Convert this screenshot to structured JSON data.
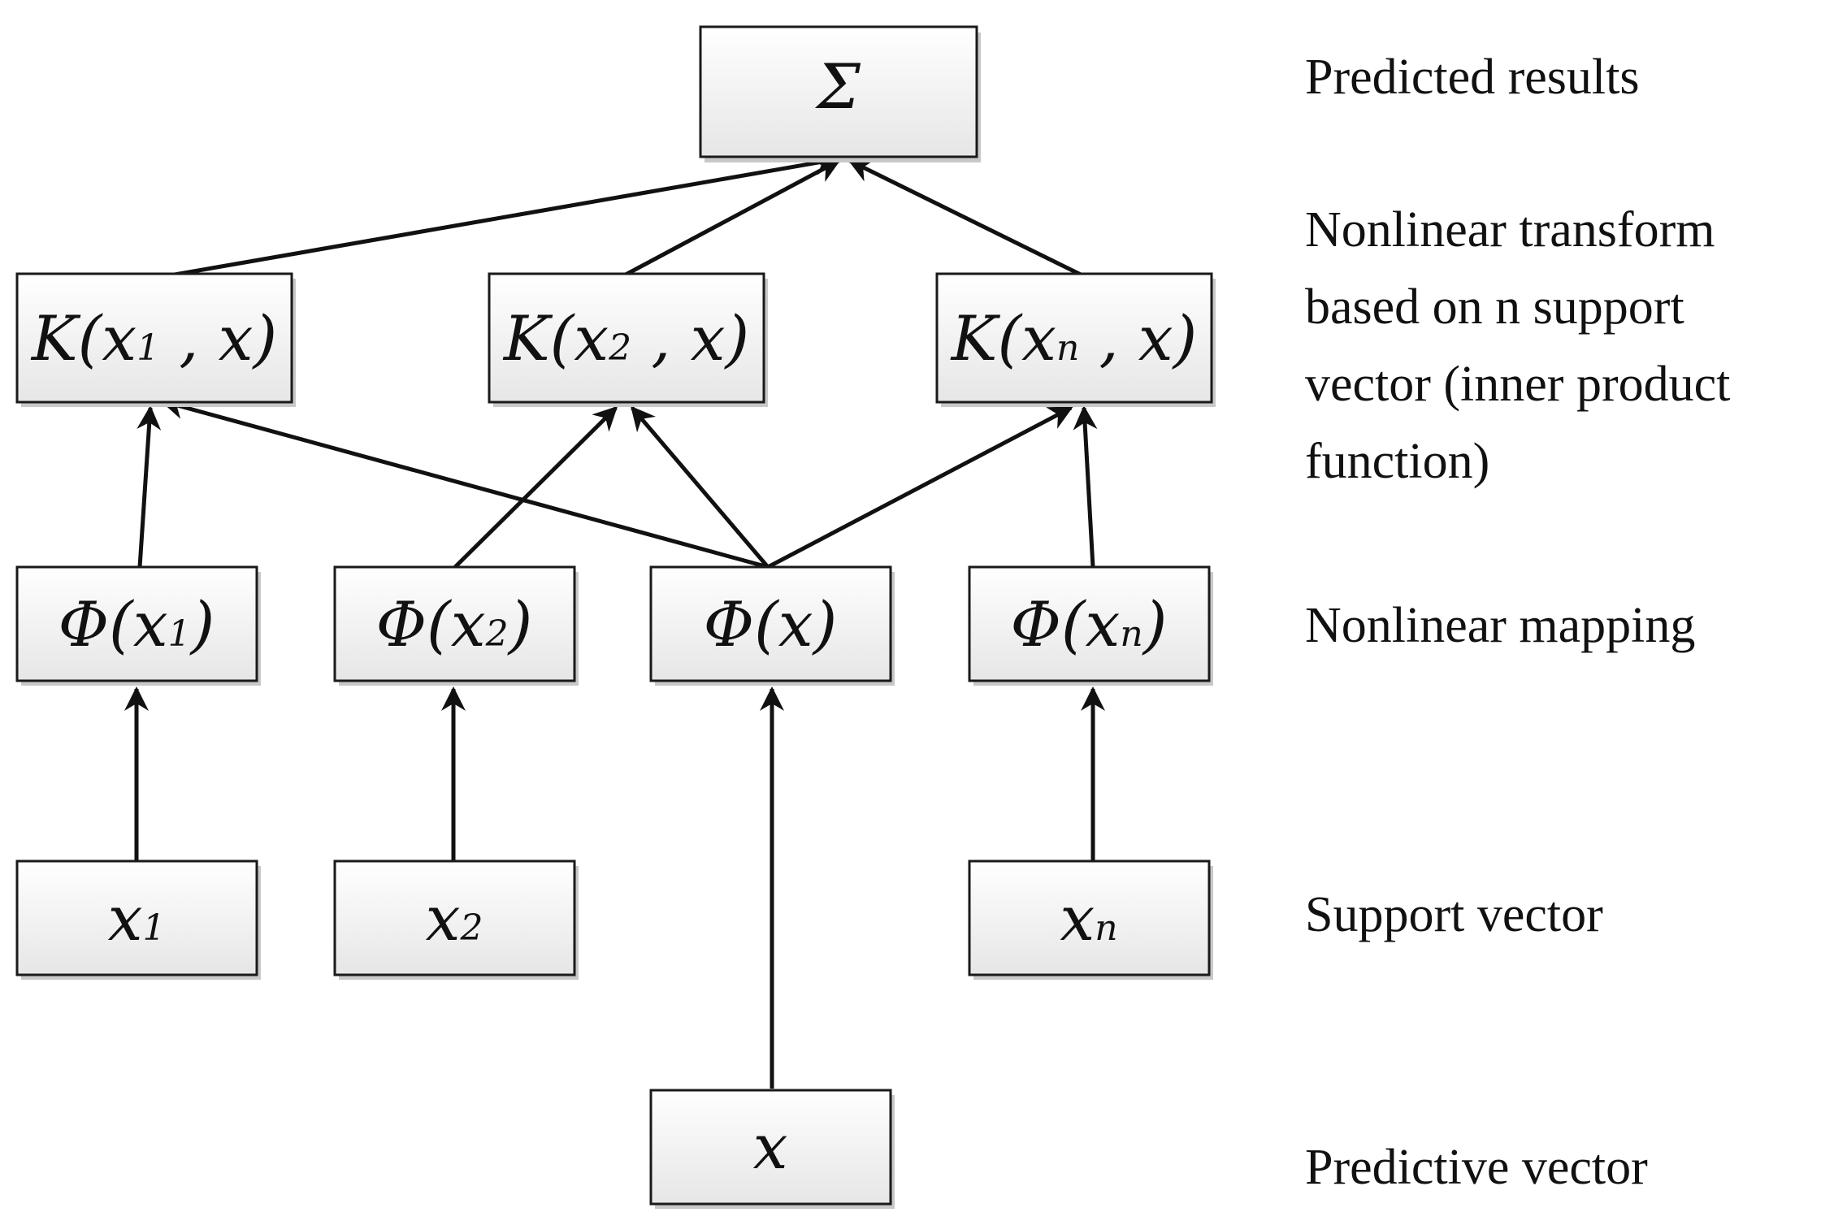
{
  "nodes": {
    "sum": {
      "label": "Σ"
    },
    "k1": {
      "pre": "K(x",
      "sub": "1",
      "post": " , x)"
    },
    "k2": {
      "pre": "K(x",
      "sub": "2",
      "post": " , x)"
    },
    "kn": {
      "pre": "K(x",
      "sub": "n",
      "post": " , x)"
    },
    "phi1": {
      "pre": "Φ(x",
      "sub": "1",
      "post": ")"
    },
    "phi2": {
      "pre": "Φ(x",
      "sub": "2",
      "post": ")"
    },
    "phix": {
      "pre": "Φ(x)",
      "sub": "",
      "post": ""
    },
    "phin": {
      "pre": "Φ(x",
      "sub": "n",
      "post": ")"
    },
    "x1": {
      "pre": "x",
      "sub": "1",
      "post": ""
    },
    "x2": {
      "pre": "x",
      "sub": "2",
      "post": ""
    },
    "xn": {
      "pre": "x",
      "sub": "n",
      "post": ""
    },
    "x": {
      "pre": "x",
      "sub": "",
      "post": ""
    }
  },
  "layer_labels": {
    "predicted": [
      "Predicted results"
    ],
    "nonlinear_transform": [
      "Nonlinear transform",
      "based on n support",
      "vector (inner product",
      "function)"
    ],
    "nonlinear_mapping": [
      "Nonlinear mapping"
    ],
    "support_vector": [
      "Support vector"
    ],
    "predictive_vector": [
      "Predictive vector"
    ]
  },
  "colors": {
    "box_top": "#ffffff",
    "box_bottom": "#e9e9e9",
    "stroke": "#111111"
  }
}
